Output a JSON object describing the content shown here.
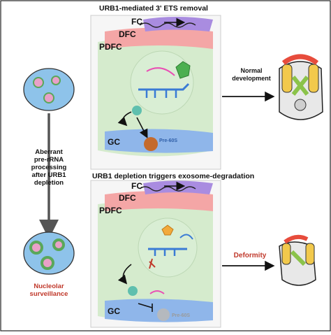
{
  "top_panel": {
    "title": "URB1-mediated 3' ETS removal",
    "layers": {
      "fc": "FC",
      "dfc": "DFC",
      "pdfc": "PDFC",
      "gc": "GC"
    },
    "pre60s": "Pre-60S",
    "outcome": "Normal\ndevelopment"
  },
  "bottom_panel": {
    "title": "URB1 depletion triggers exosome-degradation",
    "layers": {
      "fc": "FC",
      "dfc": "DFC",
      "pdfc": "PDFC",
      "gc": "GC"
    },
    "pre60s": "Pre-60S",
    "outcome": "Deformity"
  },
  "side_label": "Aberrant\npre-rRNA\nprocessing\nafter URB1\ndepletion",
  "nucleolar_label": "Nucleolar\nsurveillance",
  "colors": {
    "outcome_red": "#c0392b",
    "nucleolar_red": "#c0392b",
    "fc": "#a98ce0",
    "dfc": "#f4a6a6",
    "pdfc": "#cfe9c6",
    "gc": "#8fb6ea",
    "nucleus": "#8ec3ea"
  }
}
